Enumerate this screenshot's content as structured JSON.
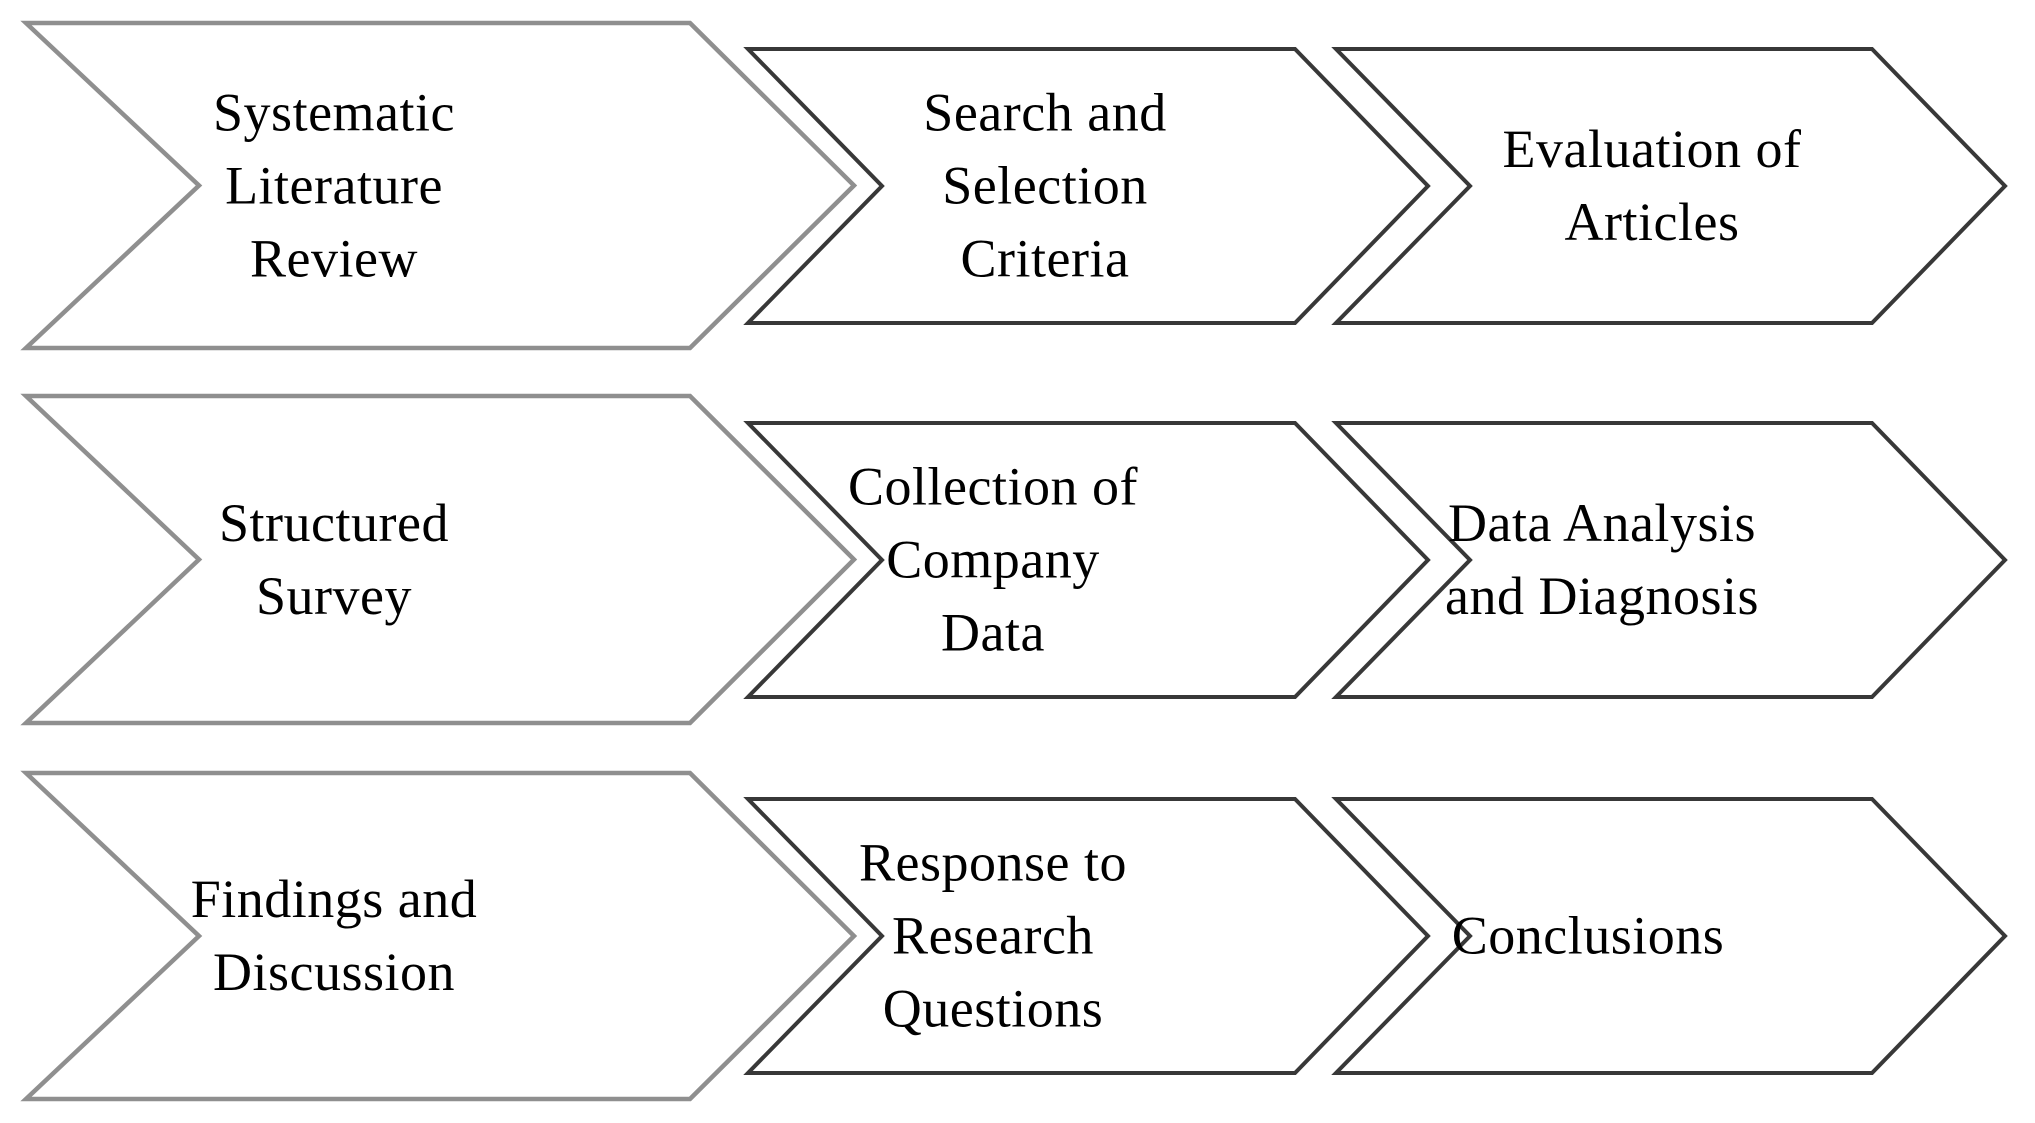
{
  "diagram": {
    "type": "process-flow-chevrons",
    "colors": {
      "background": "#ffffff",
      "shape_fill": "#ffffff",
      "primary_border": "#8f8f8f",
      "secondary_border": "#383838",
      "text": "#000000"
    },
    "rows": [
      {
        "steps": [
          {
            "label": "Systematic\nLiterature\nReview"
          },
          {
            "label": "Search and\nSelection\nCriteria"
          },
          {
            "label": "Evaluation of\nArticles"
          }
        ]
      },
      {
        "steps": [
          {
            "label": "Structured\nSurvey"
          },
          {
            "label": "Collection of\nCompany\nData"
          },
          {
            "label": "Data Analysis\nand Diagnosis"
          }
        ]
      },
      {
        "steps": [
          {
            "label": "Findings and\nDiscussion"
          },
          {
            "label": "Response to\nResearch\nQuestions"
          },
          {
            "label": "Conclusions"
          }
        ]
      }
    ]
  }
}
